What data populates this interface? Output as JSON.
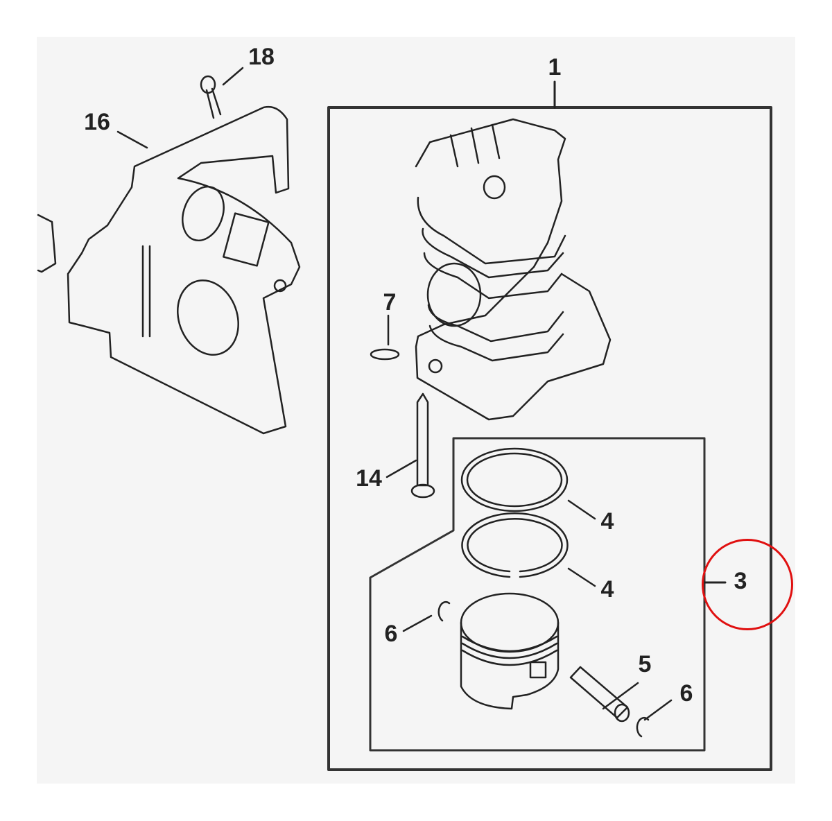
{
  "diagram": {
    "type": "exploded-parts-diagram",
    "subject": "chainsaw cylinder and piston assembly",
    "background_color": "#f5f5f5",
    "line_color": "#222222",
    "highlight_color": "#e01010"
  },
  "callouts": [
    {
      "id": "c18",
      "label": "18",
      "part": "screw"
    },
    {
      "id": "c16",
      "label": "16",
      "part": "shroud"
    },
    {
      "id": "c1",
      "label": "1",
      "part": "cylinder-assembly"
    },
    {
      "id": "c7",
      "label": "7",
      "part": "decompression-valve"
    },
    {
      "id": "c14",
      "label": "14",
      "part": "cylinder-bolt"
    },
    {
      "id": "c4a",
      "label": "4",
      "part": "piston-ring-top"
    },
    {
      "id": "c4b",
      "label": "4",
      "part": "piston-ring-bottom"
    },
    {
      "id": "c3",
      "label": "3",
      "part": "piston-kit",
      "highlighted": true
    },
    {
      "id": "c6a",
      "label": "6",
      "part": "circlip-left"
    },
    {
      "id": "c5",
      "label": "5",
      "part": "piston-pin"
    },
    {
      "id": "c6b",
      "label": "6",
      "part": "circlip-right"
    }
  ]
}
